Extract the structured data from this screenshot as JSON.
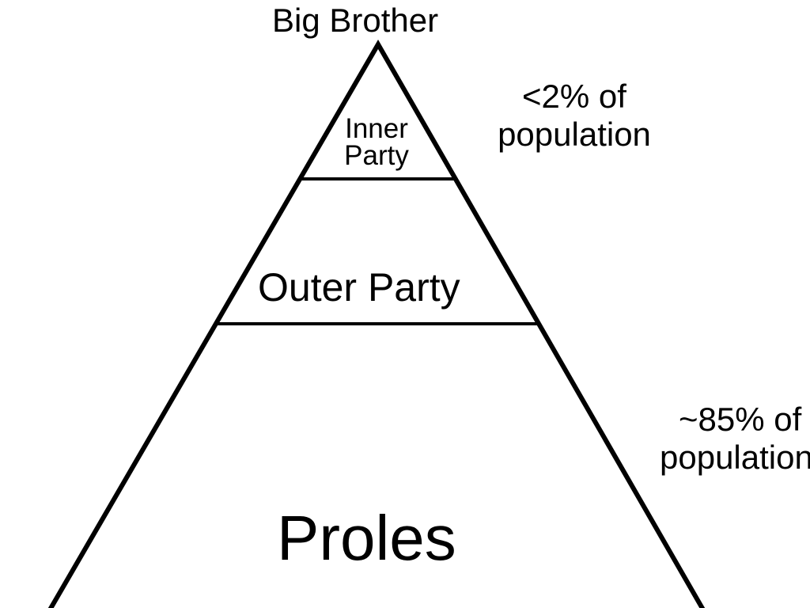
{
  "diagram": {
    "apex": "Big Brother",
    "tiers": {
      "inner": [
        "Inner",
        "Party"
      ],
      "outer": "Outer Party",
      "base": "Proles"
    },
    "annotations": {
      "top": [
        "<2% of",
        "population"
      ],
      "bottom": [
        "~85% of",
        "population"
      ]
    }
  },
  "colors": {
    "ink": "#000000",
    "background": "#ffffff"
  }
}
